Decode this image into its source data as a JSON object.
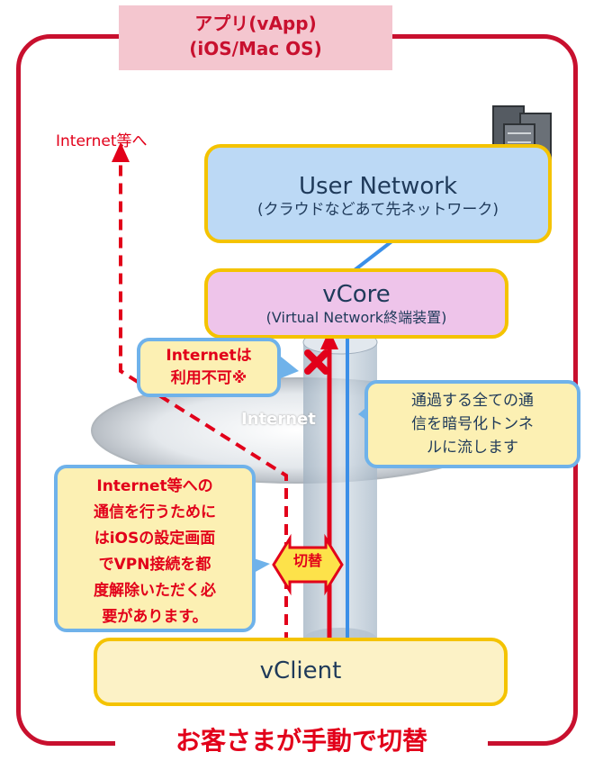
{
  "header": {
    "line1": "アプリ(vApp)",
    "line2": "(iOS/Mac OS)"
  },
  "internet_label": "Internet等へ",
  "user_network": {
    "title": "User Network",
    "subtitle": "(クラウドなどあて先ネットワーク)"
  },
  "vcore": {
    "title": "vCore",
    "subtitle": "(Virtual Network終端装置)"
  },
  "internet_cloud_label": "Internet",
  "callouts": {
    "no_internet": {
      "line1": "Internetは",
      "line2": "利用不可※"
    },
    "tunnel": {
      "line1": "通過する全ての通",
      "line2": "信を暗号化トンネ",
      "line3": "ルに流します"
    },
    "manual": {
      "line1": "Internet等への",
      "line2": "通信を行うために",
      "line3": "はiOSの設定画面",
      "line4": "でVPN接続を都",
      "line5": "度解除いただく必",
      "line6": "要があります。"
    }
  },
  "switch_label": "切替",
  "vclient": {
    "title": "vClient"
  },
  "footer_title": "お客さまが手動で切替",
  "colors": {
    "red": "#e2001a",
    "blue": "#3b8fe8",
    "yellow": "#f4c300"
  }
}
